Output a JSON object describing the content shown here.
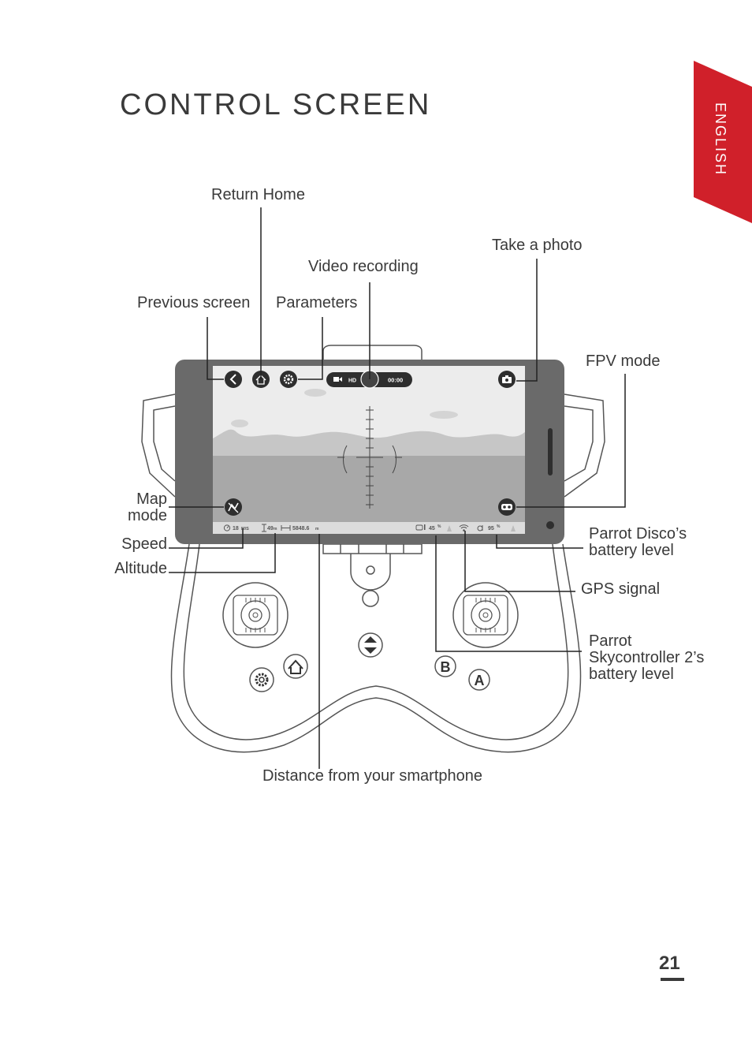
{
  "page": {
    "title": "CONTROL SCREEN",
    "language_tab": "ENGLISH",
    "page_number": "21",
    "accent_color": "#d0202a"
  },
  "labels": {
    "return_home": "Return Home",
    "take_photo": "Take a photo",
    "video_recording": "Video recording",
    "previous_screen": "Previous screen",
    "parameters": "Parameters",
    "fpv_mode": "FPV mode",
    "map_mode_line1": "Map",
    "map_mode_line2": "mode",
    "speed": "Speed",
    "altitude": "Altitude",
    "disco_battery_line1": "Parrot Disco’s",
    "disco_battery_line2": "battery level",
    "gps_signal": "GPS signal",
    "skyctrl_line1": "Parrot",
    "skyctrl_line2": "Skycontroller 2’s",
    "skyctrl_line3": "battery level",
    "distance": "Distance from your smartphone"
  },
  "screen": {
    "video_quality": "HD",
    "record_time": "00:00",
    "speed_value": "18",
    "speed_unit": "M/S",
    "altitude_value": "49",
    "altitude_unit": "m",
    "distance_value": "5848.6",
    "distance_unit": "m",
    "skyctrl_battery": "45",
    "disco_battery": "95",
    "percent_sign": "%"
  },
  "controller": {
    "button_b": "B",
    "button_a": "A"
  },
  "icons": [
    "back-icon",
    "home-icon",
    "gear-icon",
    "camera-icon",
    "record-button-icon",
    "map-mode-icon",
    "vr-goggles-icon",
    "speed-icon",
    "altitude-icon",
    "distance-icon",
    "wifi-icon",
    "controller-battery-icon",
    "disco-icon",
    "gps-icon",
    "joystick-icon",
    "settings-hardware-icon",
    "home-hardware-icon",
    "takeoff-landing-icon"
  ]
}
